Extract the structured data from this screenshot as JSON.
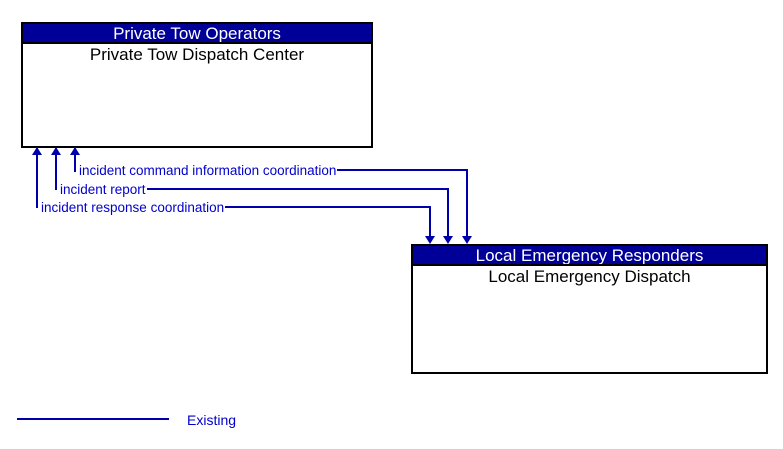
{
  "boxes": [
    {
      "header": "Private Tow Operators",
      "body": "Private Tow Dispatch Center"
    },
    {
      "header": "Local Emergency Responders",
      "body": "Local Emergency Dispatch"
    }
  ],
  "connections": [
    {
      "label": "incident command information coordination"
    },
    {
      "label": "incident report"
    },
    {
      "label": "incident response coordination"
    }
  ],
  "legend": {
    "label": "Existing"
  },
  "colors": {
    "header_bg": "#000099",
    "header_text": "#FFFFFF",
    "box_border": "#000000",
    "line": "#0000AA",
    "label_text": "#0000CC"
  }
}
